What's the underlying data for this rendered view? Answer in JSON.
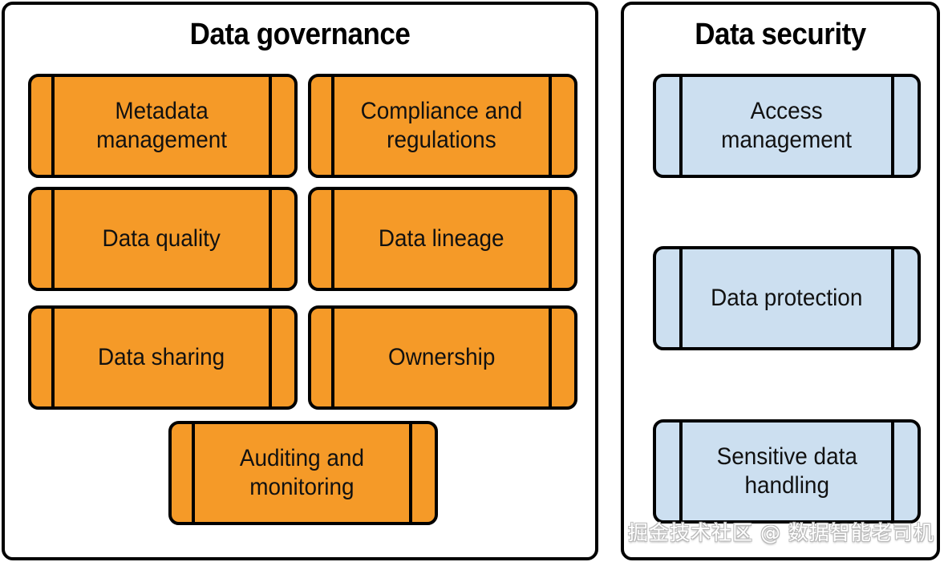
{
  "diagram": {
    "type": "two-panel-category-diagram",
    "background": "#ffffff",
    "panels": [
      {
        "id": "governance",
        "title": "Data governance",
        "accent_color": "#F59A28",
        "border_color": "#000000",
        "items": [
          {
            "label": "Metadata\nmanagement",
            "row": 1,
            "col": 1
          },
          {
            "label": "Compliance and\nregulations",
            "row": 1,
            "col": 2
          },
          {
            "label": "Data quality",
            "row": 2,
            "col": 1
          },
          {
            "label": "Data lineage",
            "row": 2,
            "col": 2
          },
          {
            "label": "Data sharing",
            "row": 3,
            "col": 1
          },
          {
            "label": "Ownership",
            "row": 3,
            "col": 2
          },
          {
            "label": "Auditing and\nmonitoring",
            "row": 4,
            "col": "center"
          }
        ]
      },
      {
        "id": "security",
        "title": "Data security",
        "accent_color": "#CCDFF0",
        "border_color": "#000000",
        "items": [
          {
            "label": "Access\nmanagement",
            "row": 1
          },
          {
            "label": "Data protection",
            "row": 2
          },
          {
            "label": "Sensitive data\nhandling",
            "row": 3
          }
        ]
      }
    ]
  },
  "watermark": {
    "text": "掘金技术社区 @ 数据智能老司机",
    "color": "#ffffff"
  }
}
